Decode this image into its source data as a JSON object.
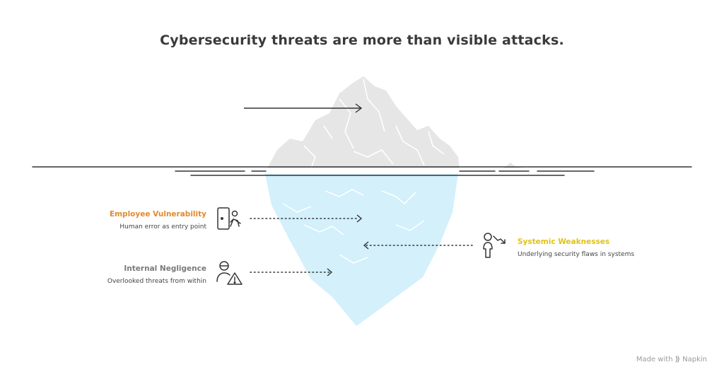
{
  "title": "Cybersecurity threats are more than visible attacks.",
  "items": [
    {
      "label": "Employee Vulnerability",
      "description": "Human error as entry point",
      "color": "#e08a2e",
      "icon": "person-door-icon"
    },
    {
      "label": "Internal Negligence",
      "description": "Overlooked threats from within",
      "color": "#7a7a7a",
      "icon": "person-warning-icon"
    },
    {
      "label": "Systemic Weaknesses",
      "description": "Underlying security flaws in systems",
      "color": "#e0c21a",
      "icon": "person-trend-down-icon"
    }
  ],
  "footer": {
    "made_with": "Made with",
    "brand": "Napkin"
  },
  "colors": {
    "ice_above": "#e6e6e6",
    "ice_below": "#d3f0fb",
    "line": "#333333"
  }
}
